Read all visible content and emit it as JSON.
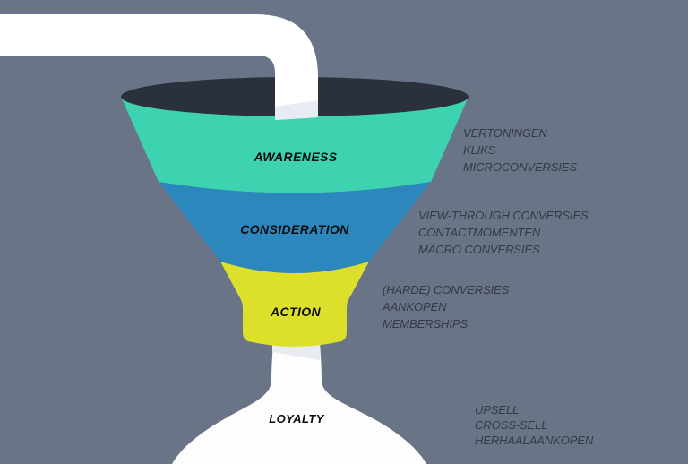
{
  "colors": {
    "background": "#6a7487",
    "pipe": "#ffffff",
    "pipe_shade": "#e8ecf2",
    "funnel_mouth": "#2a303c",
    "awareness": "#3dd2b0",
    "consideration": "#2c87bd",
    "action": "#dde02b",
    "loyalty_flask": "#fdfdfe",
    "neck_shade": "#e8ecf2",
    "annotation_text": "#343a44",
    "stage_label_text": "#0c0c0c"
  },
  "funnel": {
    "stages": [
      {
        "label": "AWARENESS",
        "metrics": [
          "VERTONINGEN",
          "KLIKS",
          "MICROCONVERSIES"
        ]
      },
      {
        "label": "CONSIDERATION",
        "metrics": [
          "VIEW-THROUGH CONVERSIES",
          "CONTACTMOMENTEN",
          "MACRO CONVERSIES"
        ]
      },
      {
        "label": "ACTION",
        "metrics": [
          "(HARDE) CONVERSIES",
          "AANKOPEN",
          "MEMBERSHIPS"
        ]
      },
      {
        "label": "LOYALTY",
        "metrics": [
          "UPSELL",
          "CROSS-SELL",
          "HERHAALAANKOPEN"
        ]
      }
    ]
  }
}
